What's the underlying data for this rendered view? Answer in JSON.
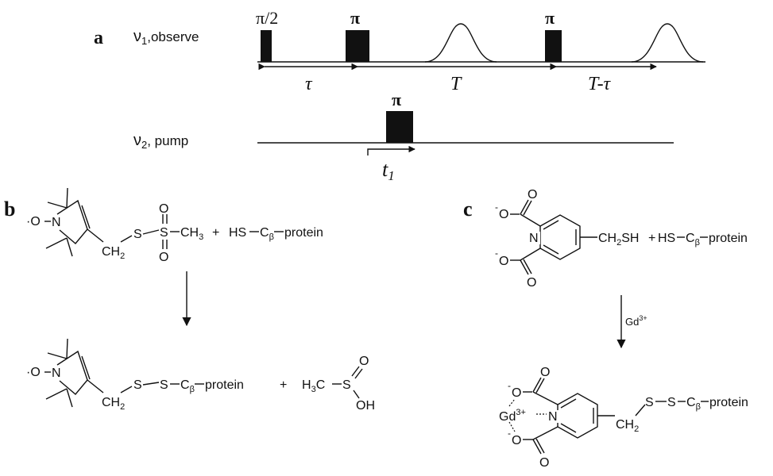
{
  "panel_a": {
    "label": "a",
    "observe_channel": {
      "nu": "ν",
      "sub": "1",
      "text": ",observe"
    },
    "pump_channel": {
      "nu": "ν",
      "sub": "2",
      "text": ", pump"
    },
    "pulses": {
      "pi_half": "π/2",
      "pi": "π"
    },
    "intervals": {
      "tau": "τ",
      "T": "T",
      "T_minus_tau": "T-τ"
    },
    "delay": {
      "t": "t",
      "sub": "1"
    }
  },
  "panel_b": {
    "label": "b",
    "reactant1": {
      "nitroxide_o": "·O",
      "n": "N",
      "ch2": "CH",
      "ch2_sub": "2",
      "s1": "S",
      "s2": "S",
      "o_top": "O",
      "o_bottom": "O",
      "ch3": "CH",
      "ch3_sub": "3"
    },
    "plus1": "+",
    "reactant2": {
      "hs": "HS",
      "c": "C",
      "c_sub": "β",
      "protein": "protein"
    },
    "product1": {
      "nitroxide_o": "·O",
      "n": "N",
      "ch2": "CH",
      "ch2_sub": "2",
      "s1": "S",
      "s2": "S",
      "c": "C",
      "c_sub": "β",
      "protein": "protein"
    },
    "plus2": "+",
    "product2": {
      "h3c_h": "H",
      "h3c_sub": "3",
      "h3c_c": "C",
      "s": "S",
      "o": "O",
      "oh": "OH"
    }
  },
  "panel_c": {
    "label": "c",
    "reactant": {
      "o_minus_top": "O",
      "o_minus_bottom": "O",
      "minus": "-",
      "o_top": "O",
      "o_bottom": "O",
      "n": "N",
      "ch2sh": "CH",
      "ch2sh_sub": "2",
      "ch2sh_sh": "SH",
      "plus": "+",
      "hs": "HS",
      "c": "C",
      "c_sub": "β",
      "protein": "protein"
    },
    "reagent": {
      "gd": "Gd",
      "gd_sup": "3+"
    },
    "product": {
      "o_minus_top": "O",
      "o_minus_bottom": "O",
      "minus": "-",
      "o_top": "O",
      "o_bottom": "O",
      "gd": "Gd",
      "gd_sup": "3+",
      "n": "N",
      "ch2": "CH",
      "ch2_sub": "2",
      "s1": "S",
      "s2": "S",
      "c": "C",
      "c_sub": "β",
      "protein": "protein"
    }
  }
}
